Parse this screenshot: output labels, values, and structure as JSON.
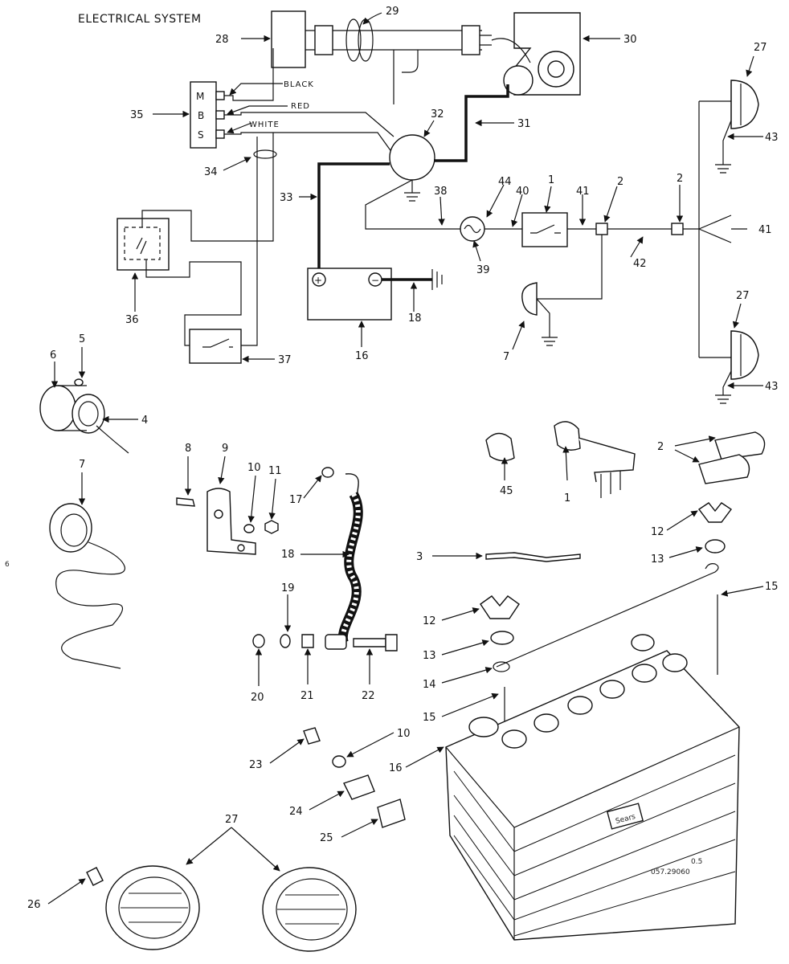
{
  "title": "ELECTRICAL SYSTEM",
  "wire_colors": {
    "black": "BLACK",
    "red": "RED",
    "white": "WHITE"
  },
  "solenoid_terminals": [
    "M",
    "B",
    "S"
  ],
  "battery_terminals": {
    "positive": "+",
    "negative": "−"
  },
  "battery_brand": "Sears",
  "footer": {
    "line1": "0.5",
    "line2": "057.29060"
  },
  "margin_mark": "6",
  "part_labels": [
    "1",
    "2",
    "3",
    "4",
    "5",
    "6",
    "7",
    "8",
    "9",
    "10",
    "11",
    "12",
    "13",
    "14",
    "15",
    "16",
    "17",
    "18",
    "19",
    "20",
    "21",
    "22",
    "23",
    "24",
    "25",
    "26",
    "27",
    "28",
    "29",
    "30",
    "31",
    "32",
    "33",
    "34",
    "35",
    "36",
    "37",
    "38",
    "39",
    "40",
    "41",
    "42",
    "43",
    "44",
    "45"
  ]
}
